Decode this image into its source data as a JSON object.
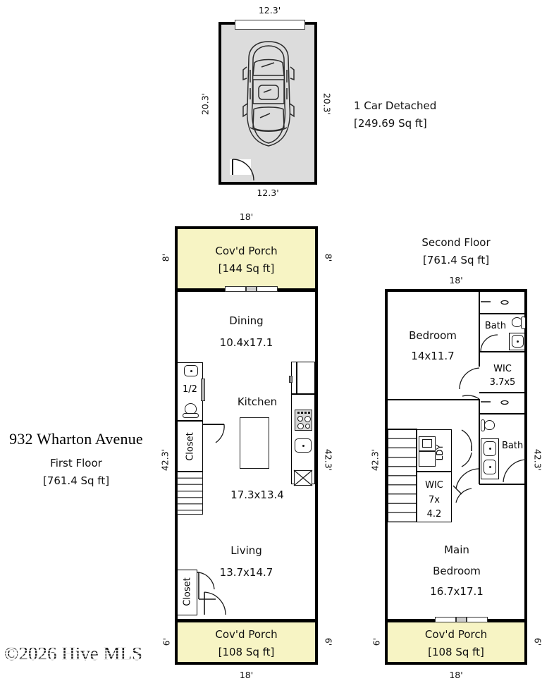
{
  "page": {
    "address": "932 Wharton Avenue",
    "copyright": "©2026 Hive MLS"
  },
  "garage": {
    "title": "1 Car Detached",
    "area": "[249.69 Sq ft]",
    "dim_top": "12.3'",
    "dim_bottom": "12.3'",
    "dim_left": "20.3'",
    "dim_right": "20.3'",
    "icons": {
      "car": "car-icon",
      "door": "garage-door-icon",
      "swing": "door-swing-icon"
    }
  },
  "first_floor": {
    "caption": "First Floor",
    "area": "[761.4 Sq ft]",
    "dim_top": "18'",
    "dim_bottom": "18'",
    "dim_left_top": "8'",
    "dim_right_top": "8'",
    "dim_left_mid": "42.3'",
    "dim_right_mid": "42.3'",
    "dim_left_bottom": "6'",
    "dim_right_bottom": "6'",
    "rooms": [
      {
        "name": "Cov'd Porch",
        "area": "[144 Sq ft]",
        "size": ""
      },
      {
        "name": "Dining",
        "size": "10.4x17.1",
        "area": ""
      },
      {
        "name": "Kitchen",
        "size": "17.3x13.4",
        "area": ""
      },
      {
        "name": "Living",
        "size": "13.7x14.7",
        "area": ""
      },
      {
        "name": "Cov'd Porch",
        "area": "[108 Sq ft]",
        "size": ""
      }
    ],
    "half_bath": "1/2",
    "closet_upper": "Closet",
    "closet_lower": "Closet"
  },
  "second_floor": {
    "caption": "Second Floor",
    "area": "[761.4 Sq ft]",
    "dim_top": "18'",
    "dim_bottom": "18'",
    "dim_left_mid": "42.3'",
    "dim_right_mid": "42.3'",
    "dim_left_bottom": "6'",
    "dim_right_bottom": "6'",
    "rooms": [
      {
        "name": "Bedroom",
        "size": "14x11.7"
      },
      {
        "name": "Bath",
        "size": ""
      },
      {
        "name": "WIC",
        "size": "3.7x5"
      },
      {
        "name": "LDY",
        "size": ""
      },
      {
        "name": "WIC",
        "size_line1": "7x",
        "size_line2": "4.2"
      },
      {
        "name": "Bath",
        "size": ""
      },
      {
        "name": "Main",
        "name2": "Bedroom",
        "size": "16.7x17.1"
      },
      {
        "name": "Cov'd Porch",
        "area": "[108 Sq ft]"
      }
    ]
  },
  "colors": {
    "porch_fill": "#f7f4c4",
    "garage_fill": "#dcdcdc",
    "wall": "#000000",
    "page_bg": "#ffffff"
  }
}
